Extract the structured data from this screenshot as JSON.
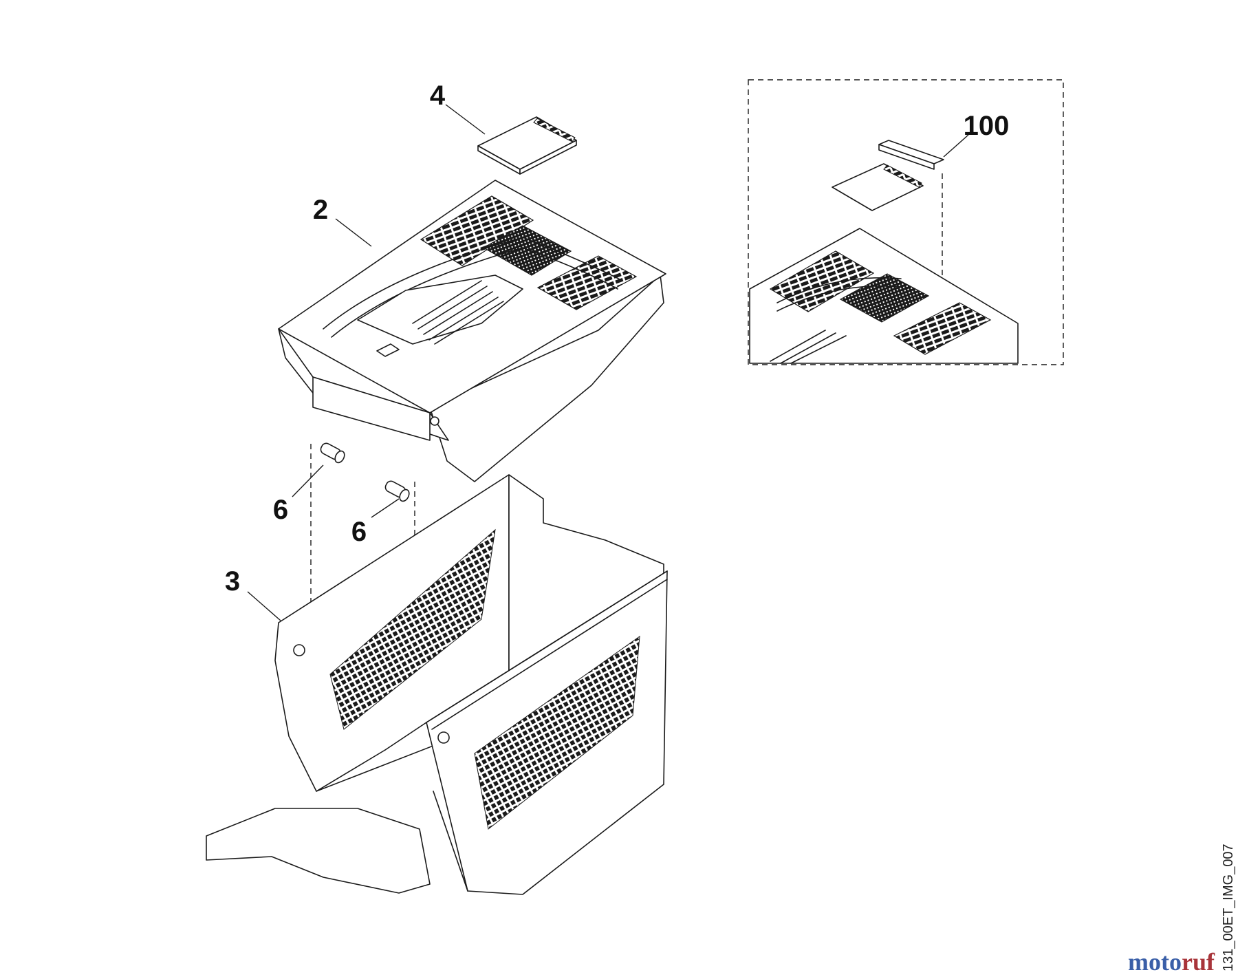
{
  "diagram": {
    "callouts": {
      "cover": "2",
      "basket": "3",
      "flap": "4",
      "pin_left": "6",
      "pin_right": "6",
      "kit": "100"
    },
    "image_code": "131_00ET_IMG_007",
    "watermark": {
      "prefix": "moto",
      "suffix": "ruf",
      "prefix_color": "#3a5fa8",
      "suffix_color": "#a8343a"
    },
    "colors": {
      "line": "#1a1a1a",
      "background": "#ffffff"
    }
  }
}
